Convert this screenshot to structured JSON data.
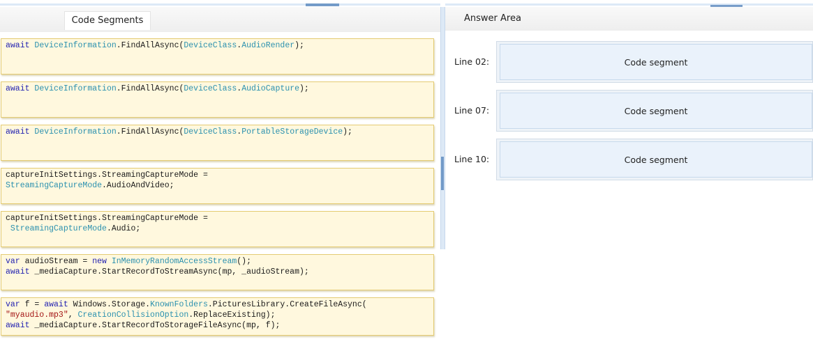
{
  "left_panel": {
    "title": "Code Segments",
    "segments": [
      {
        "lines": [
          [
            {
              "t": "await ",
              "c": "kw"
            },
            {
              "t": "DeviceInformation",
              "c": "ty"
            },
            {
              "t": ".FindAllAsync("
            },
            {
              "t": "DeviceClass",
              "c": "ty"
            },
            {
              "t": "."
            },
            {
              "t": "AudioRender",
              "c": "ty"
            },
            {
              "t": ");"
            }
          ]
        ]
      },
      {
        "lines": [
          [
            {
              "t": "await ",
              "c": "kw"
            },
            {
              "t": "DeviceInformation",
              "c": "ty"
            },
            {
              "t": ".FindAllAsync("
            },
            {
              "t": "DeviceClass",
              "c": "ty"
            },
            {
              "t": "."
            },
            {
              "t": "AudioCapture",
              "c": "ty"
            },
            {
              "t": ");"
            }
          ]
        ]
      },
      {
        "lines": [
          [
            {
              "t": "await ",
              "c": "kw"
            },
            {
              "t": "DeviceInformation",
              "c": "ty"
            },
            {
              "t": ".FindAllAsync("
            },
            {
              "t": "DeviceClass",
              "c": "ty"
            },
            {
              "t": "."
            },
            {
              "t": "PortableStorageDevice",
              "c": "ty"
            },
            {
              "t": ");"
            }
          ]
        ]
      },
      {
        "lines": [
          [
            {
              "t": "captureInitSettings.StreamingCaptureMode ="
            }
          ],
          [
            {
              "t": "StreamingCaptureMode",
              "c": "ty"
            },
            {
              "t": ".AudioAndVideo;"
            }
          ]
        ]
      },
      {
        "lines": [
          [
            {
              "t": "captureInitSettings.StreamingCaptureMode ="
            }
          ],
          [
            {
              "t": " "
            },
            {
              "t": "StreamingCaptureMode",
              "c": "ty"
            },
            {
              "t": ".Audio;"
            }
          ]
        ]
      },
      {
        "lines": [
          [
            {
              "t": "var ",
              "c": "kw"
            },
            {
              "t": "audioStream = "
            },
            {
              "t": "new ",
              "c": "kw"
            },
            {
              "t": "InMemoryRandomAccessStream",
              "c": "ty"
            },
            {
              "t": "();"
            }
          ],
          [
            {
              "t": "await ",
              "c": "kw"
            },
            {
              "t": "_mediaCapture.StartRecordToStreamAsync(mp, _audioStream);"
            }
          ]
        ]
      },
      {
        "lines": [
          [
            {
              "t": "var ",
              "c": "kw"
            },
            {
              "t": "f = "
            },
            {
              "t": "await ",
              "c": "kw"
            },
            {
              "t": "Windows.Storage."
            },
            {
              "t": "KnownFolders",
              "c": "ty"
            },
            {
              "t": ".PicturesLibrary.CreateFileAsync("
            }
          ],
          [
            {
              "t": "\"myaudio.mp3\"",
              "c": "str"
            },
            {
              "t": ", "
            },
            {
              "t": "CreationCollisionOption",
              "c": "ty"
            },
            {
              "t": ".ReplaceExisting);"
            }
          ],
          [
            {
              "t": "await ",
              "c": "kw"
            },
            {
              "t": "_mediaCapture.StartRecordToStorageFileAsync(mp, f);"
            }
          ]
        ]
      }
    ]
  },
  "right_panel": {
    "title": "Answer Area",
    "targets": [
      {
        "label": "Line 02:",
        "placeholder": "Code segment"
      },
      {
        "label": "Line 07:",
        "placeholder": "Code segment"
      },
      {
        "label": "Line 10:",
        "placeholder": "Code segment"
      }
    ]
  },
  "colors": {
    "keyword": "#1f1fb0",
    "type": "#2b91af",
    "string": "#a31515",
    "segment_bg": "#fff8de",
    "segment_border": "#e4cb72",
    "drop_bg": "#eaf2fb"
  },
  "icons": [
    "splitter-grip-icon"
  ]
}
